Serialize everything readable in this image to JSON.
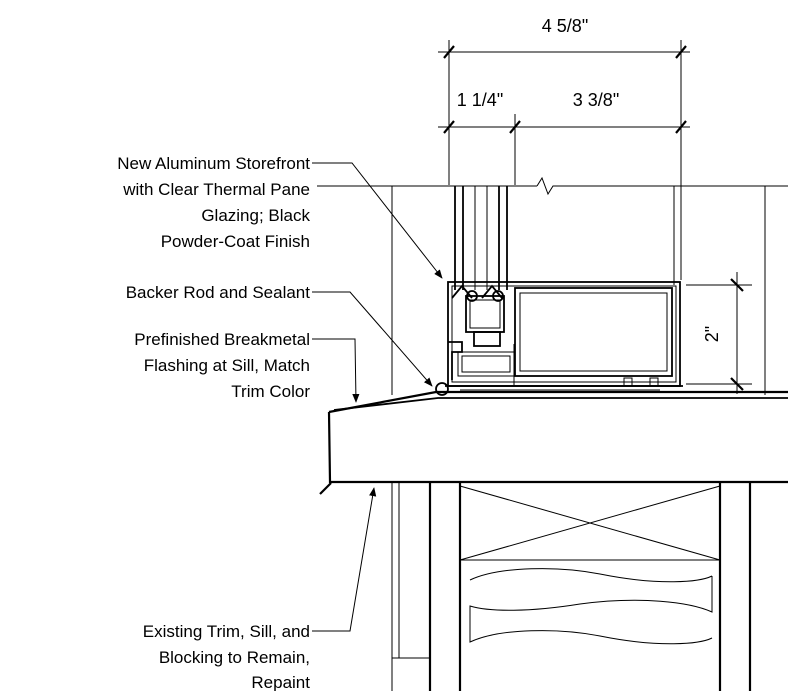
{
  "dimensions": {
    "overall": "4 5/8\"",
    "frame": "1 1/4\"",
    "depth": "3 3/8\"",
    "sill_height": "2\""
  },
  "notes": {
    "storefront": [
      "New Aluminum Storefront",
      "with Clear Thermal Pane",
      "Glazing; Black",
      "Powder-Coat Finish"
    ],
    "backer_rod": [
      "Backer Rod and Sealant"
    ],
    "flashing": [
      "Prefinished Breakmetal",
      "Flashing at Sill, Match",
      "Trim Color"
    ],
    "existing": [
      "Existing Trim, Sill, and",
      "Blocking to Remain,",
      "Repaint"
    ]
  }
}
